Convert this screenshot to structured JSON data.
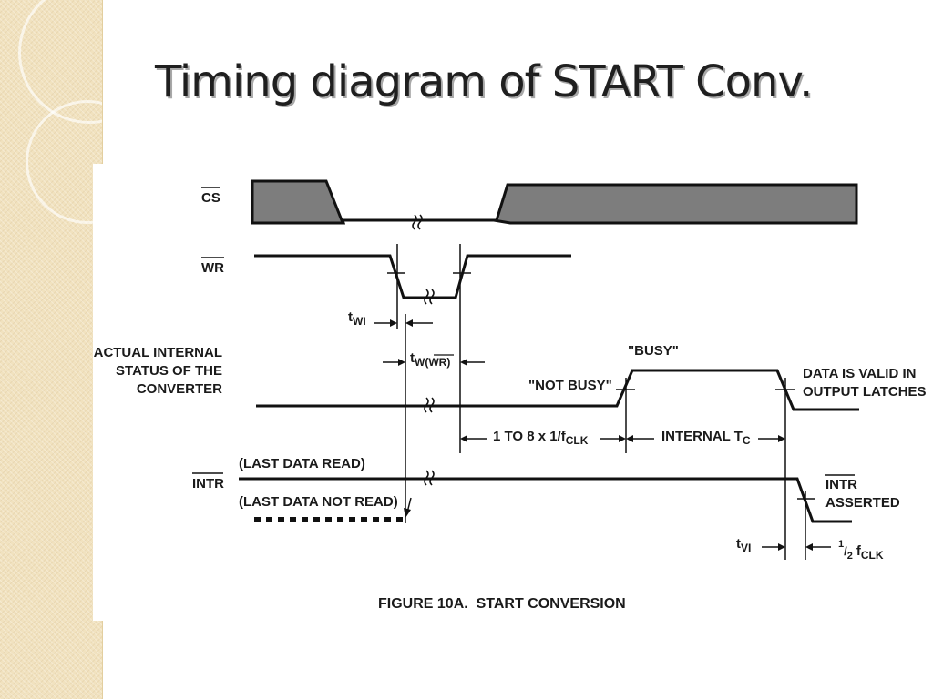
{
  "slide": {
    "title": "Timing diagram of START Conv."
  },
  "diagram": {
    "signals": {
      "cs": "CS",
      "wr": "WR",
      "status_line1": "ACTUAL INTERNAL",
      "status_line2": "STATUS OF THE",
      "status_line3": "CONVERTER",
      "intr": "INTR"
    },
    "annotations": {
      "twi": "t",
      "twi_sub": "WI",
      "tw_wr": "t",
      "tw_wr_sub": "W(WR)",
      "busy": "\"BUSY\"",
      "not_busy": "\"NOT BUSY\"",
      "data_valid_line1": "DATA IS VALID IN",
      "data_valid_line2": "OUTPUT LATCHES",
      "clk_range": "1 TO 8 x 1/f",
      "clk_range_sub": "CLK",
      "internal_tc": "INTERNAL T",
      "internal_tc_sub": "C",
      "last_data_read": "(LAST DATA READ)",
      "last_data_not_read": "(LAST DATA NOT READ)",
      "intr_asserted_line1": "INTR",
      "intr_asserted_line2": "ASSERTED",
      "tvi": "t",
      "tvi_sub": "VI",
      "half_fclk_num": "1",
      "half_fclk_den": "2",
      "half_fclk": "f",
      "half_fclk_sub": "CLK"
    },
    "caption": "FIGURE 10A.  START CONVERSION"
  }
}
